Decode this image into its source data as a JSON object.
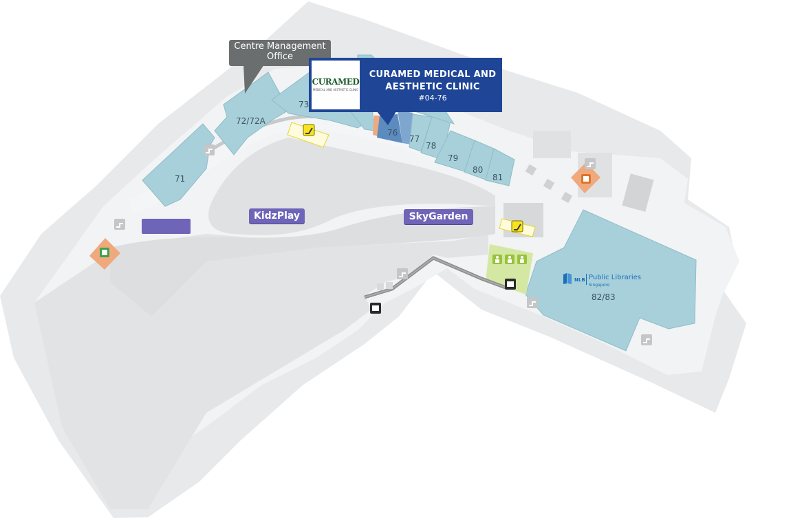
{
  "map": {
    "callouts": {
      "management": {
        "line1": "Centre Management",
        "line2": "Office"
      },
      "featured": {
        "logo_text": "CURAMED",
        "logo_subtext": "MEDICAL AND AESTHETIC CLINIC",
        "name_line1": "CURAMED MEDICAL AND",
        "name_line2": "AESTHETIC CLINIC",
        "unit": "#04-76"
      }
    },
    "units": [
      "71",
      "72/72A",
      "73",
      "76",
      "77",
      "78",
      "79",
      "80",
      "81"
    ],
    "zones": {
      "kidzplay": "KidzPlay",
      "skygarden": "SkyGarden"
    },
    "library": {
      "brand": "NLB",
      "name": "Public Libraries",
      "country": "Singapore",
      "unit": "82/83"
    },
    "colors": {
      "floor": "#e7e9ea",
      "corridor": "#f1f3f4",
      "shop": "#a7d0da",
      "highlight_shop": "#5c8bbf",
      "zone_tag": "#6e64b8",
      "escalator": "#f7e31e",
      "lift_orange": "#f0a97d",
      "restroom_green": "#d5e8a3",
      "callout_blue": "#1f4597",
      "callout_grey": "#6a6e6f"
    },
    "icons": [
      "escalator-icon",
      "lift-icon",
      "travelator-icon",
      "restroom-icon",
      "staircase-icon",
      "library-logo-icon"
    ]
  }
}
